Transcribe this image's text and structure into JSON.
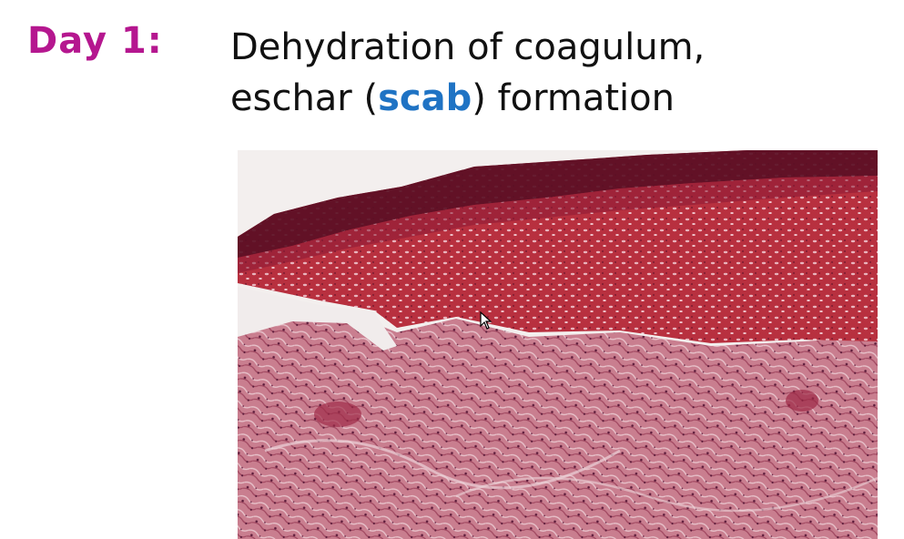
{
  "slide": {
    "day_label": "Day 1:",
    "title_line1": "Dehydration of coagulum,",
    "title_line2_before": "eschar (",
    "title_line2_keyword": "scab",
    "title_line2_after": ") formation"
  },
  "colors": {
    "day_label": "#b5178f",
    "keyword": "#1f73c4",
    "text": "#111111",
    "tissue_dark": "#5a0f24",
    "tissue_red": "#b8303f",
    "tissue_pink": "#c97e8f"
  },
  "image": {
    "icon": "histology-micrograph"
  },
  "pointer": {
    "icon": "mouse-cursor-icon"
  }
}
